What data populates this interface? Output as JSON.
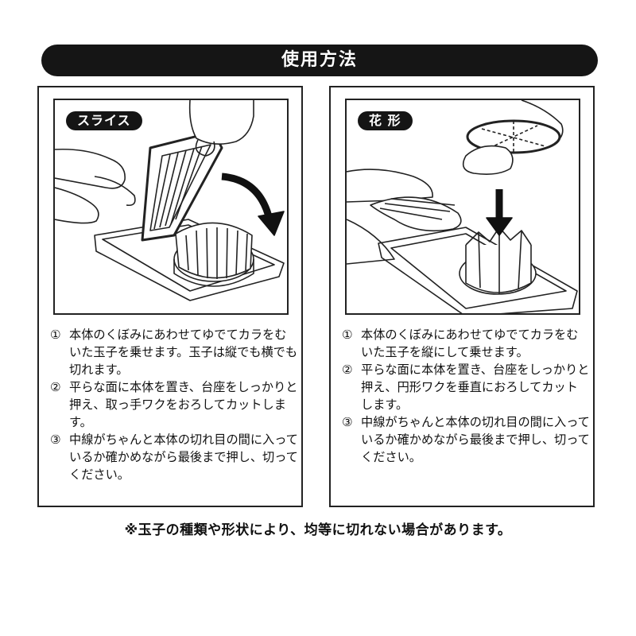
{
  "header": {
    "title": "使用方法"
  },
  "panels": [
    {
      "label": "スライス",
      "steps": [
        {
          "num": "①",
          "text": "本体のくぼみにあわせてゆでてカラをむいた玉子を乗せます。玉子は縦でも横でも切れます。"
        },
        {
          "num": "②",
          "text": "平らな面に本体を置き、台座をしっかりと押え、取っ手ワクをおろしてカットします。"
        },
        {
          "num": "③",
          "text": "中線がちゃんと本体の切れ目の間に入っているか確かめながら最後まで押し、切ってください。"
        }
      ]
    },
    {
      "label": "花 形",
      "steps": [
        {
          "num": "①",
          "text": "本体のくぼみにあわせてゆでてカラをむいた玉子を縦にして乗せます。"
        },
        {
          "num": "②",
          "text": "平らな面に本体を置き、台座をしっかりと押え、円形ワクを垂直におろしてカットします。"
        },
        {
          "num": "③",
          "text": "中線がちゃんと本体の切れ目の間に入っているか確かめながら最後まで押し、切ってください。"
        }
      ]
    }
  ],
  "footer": {
    "note": "※玉子の種類や形状により、均等に切れない場合があります。"
  }
}
